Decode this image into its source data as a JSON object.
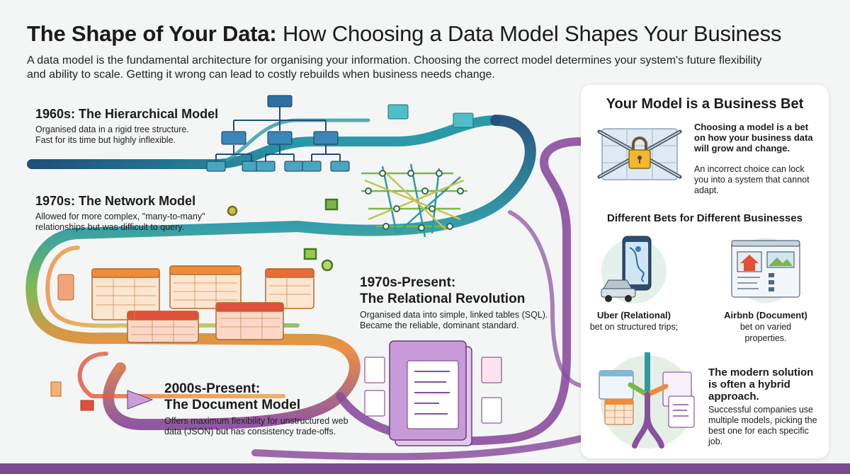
{
  "header": {
    "title_bold": "The Shape of Your Data:",
    "title_rest": "How Choosing a Data Model Shapes Your Business",
    "intro": "A data model is the fundamental architecture for organising your information. Choosing the correct model determines your system's future flexibility and ability to scale. Getting it wrong can lead to costly rebuilds when business needs change."
  },
  "timeline": {
    "hierarchical": {
      "title": "1960s: The Hierarchical Model",
      "text": "Organised data in a rigid tree structure. Fast for its time but highly inflexible."
    },
    "network": {
      "title": "1970s: The Network Model",
      "text": "Allowed for more complex, \"many-to-many\" relationships but was difficult to query."
    },
    "relational": {
      "title_line1": "1970s-Present:",
      "title_line2": "The Relational Revolution",
      "text": "Organised data into simple, linked tables (SQL). Became the reliable, dominant standard."
    },
    "document": {
      "title_line1": "2000s-Present:",
      "title_line2": "The Document Model",
      "text": "Offers maximum flexibility for unstructured web data (JSON) but has consistency trade-offs."
    }
  },
  "panel": {
    "title": "Your Model is a Business Bet",
    "bet_strong": "Choosing a model is a bet on how your business data will grow and change.",
    "bet_note": "An incorrect choice can lock you into a system that cannot adapt.",
    "different_title": "Different Bets for Different Businesses",
    "uber": {
      "name": "Uber (Relational)",
      "text": "bet on structured trips;"
    },
    "airbnb": {
      "name": "Airbnb (Document)",
      "text": "bet on varied properties."
    },
    "hybrid_strong": "The modern solution is often a hybrid approach.",
    "hybrid_note": "Successful companies use multiple models, picking the best one for each specific job."
  },
  "colors": {
    "navy": "#1f4f7a",
    "teal": "#2a9aa8",
    "green": "#7ab648",
    "orange": "#ee8a3a",
    "red": "#e0503a",
    "purple": "#8a4f9e",
    "footer": "#7a4c8f"
  },
  "icons": [
    "tree-diagram-icon",
    "network-graph-icon",
    "linked-tables-icon",
    "document-stack-icon",
    "padlock-chain-icon",
    "phone-car-map-icon",
    "property-listing-icon",
    "hybrid-merge-icon"
  ]
}
